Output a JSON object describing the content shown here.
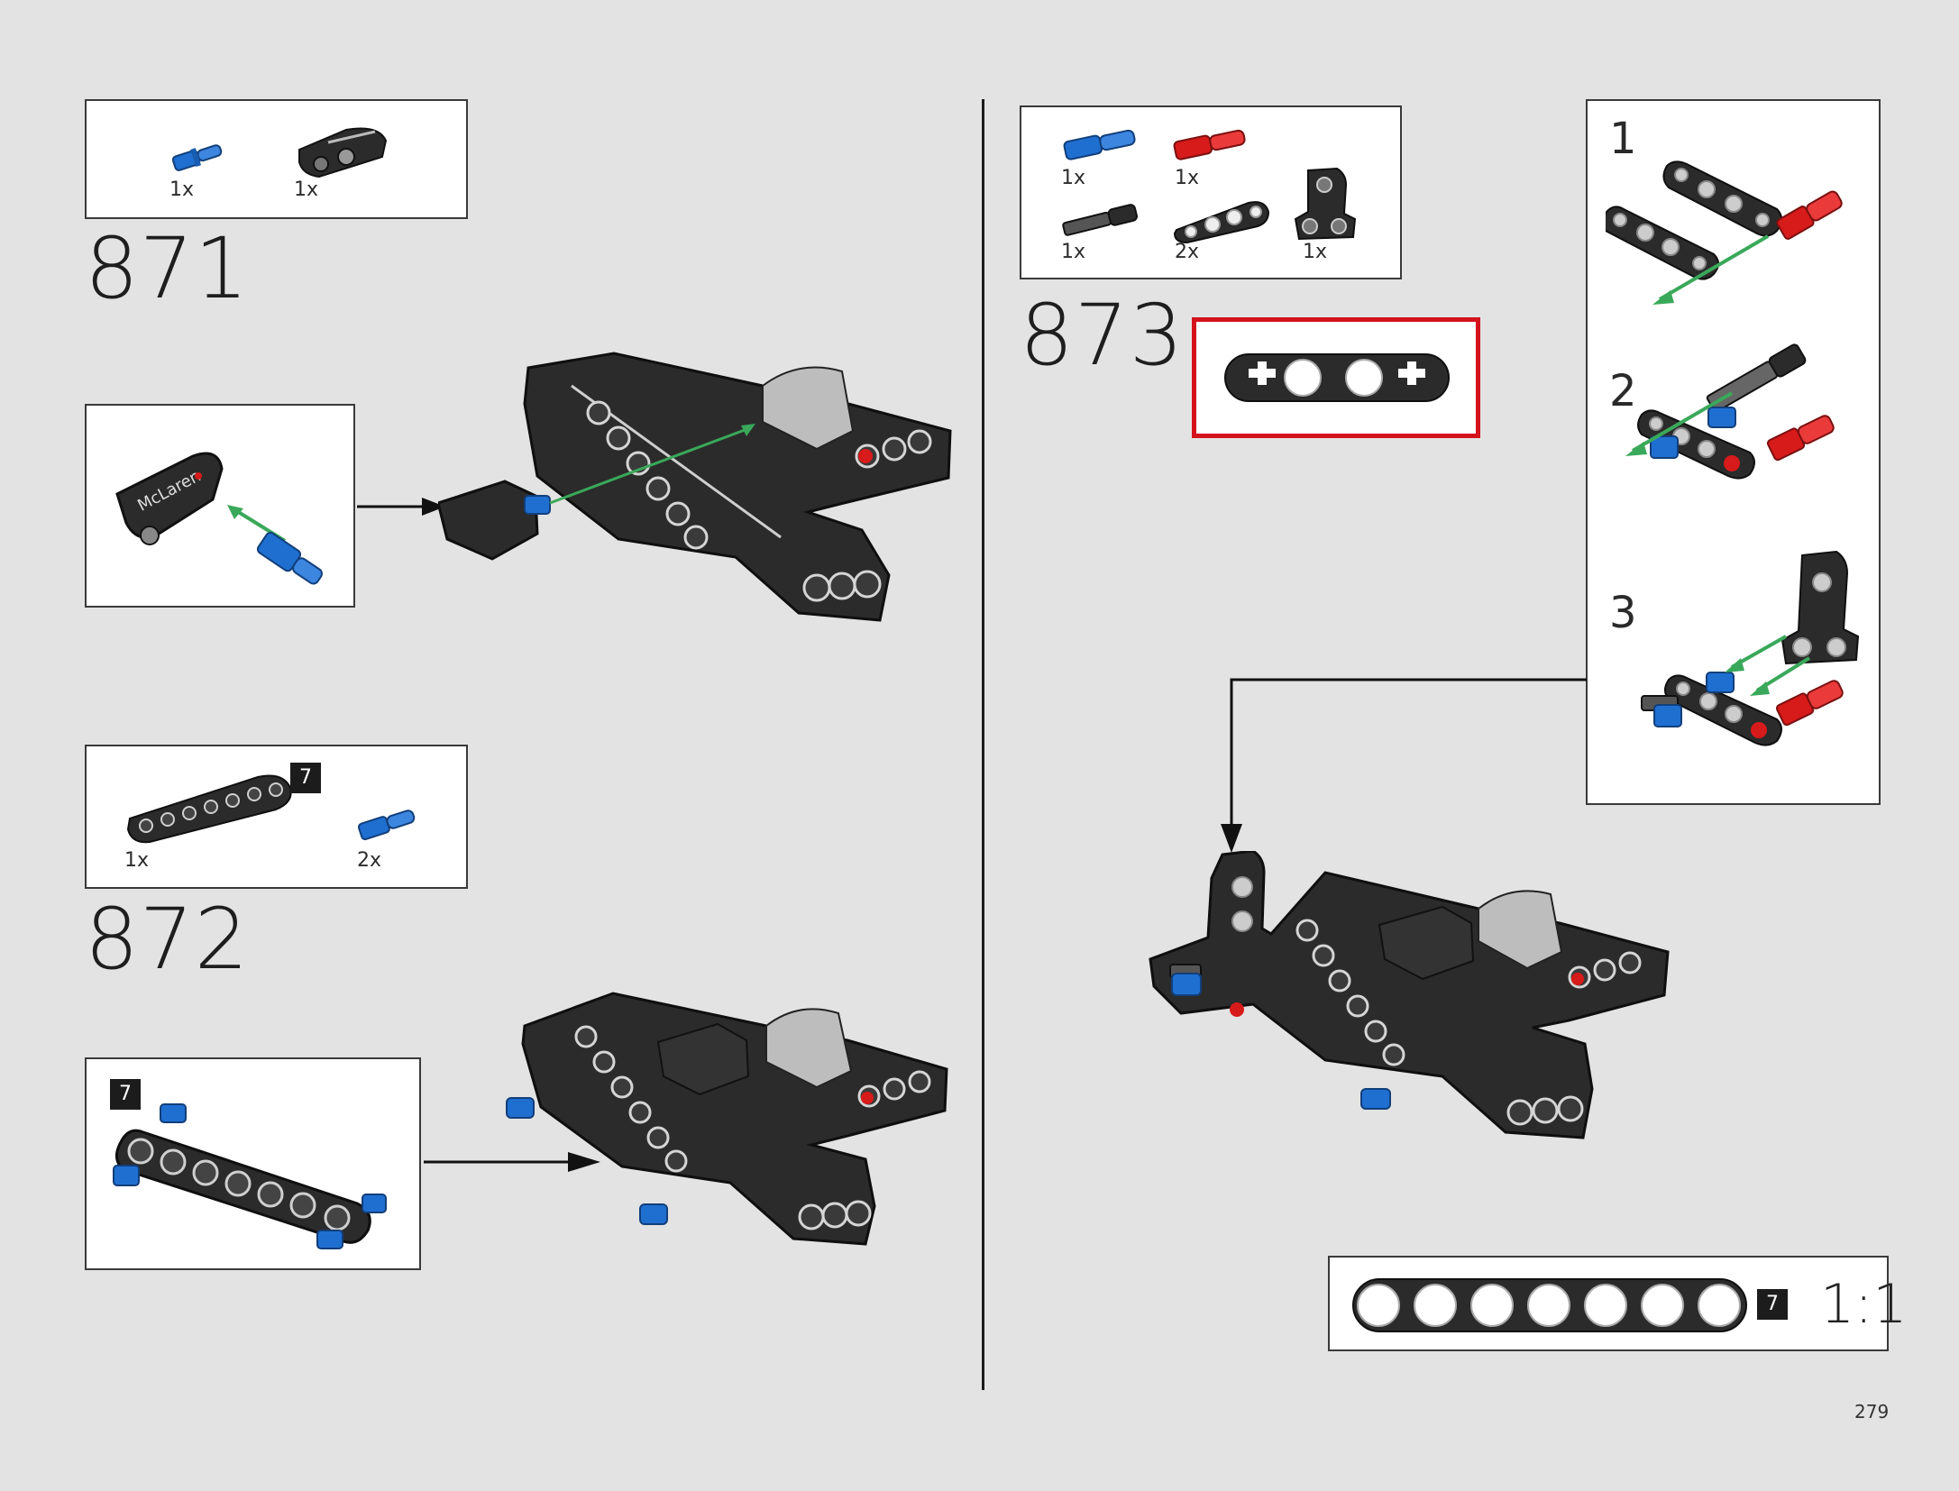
{
  "page_number": "279",
  "colors": {
    "background": "#e3e3e3",
    "part_black": "#2b2b2b",
    "part_blue": "#1f6fd1",
    "part_red": "#d71a1a",
    "arrow_green": "#3aa85a",
    "highlight_red": "#d4121c"
  },
  "step871": {
    "number": "871",
    "parts": [
      {
        "icon": "blue-pin-icon",
        "qty": "1x"
      },
      {
        "icon": "mclaren-panel-icon",
        "qty": "1x"
      }
    ],
    "subassembly_logo": "McLaren"
  },
  "step872": {
    "number": "872",
    "parts": [
      {
        "icon": "beam-7-icon",
        "qty": "1x",
        "badge": "7"
      },
      {
        "icon": "blue-pin-icon",
        "qty": "2x"
      }
    ],
    "subassembly_badge": "7"
  },
  "step873": {
    "number": "873",
    "parts": [
      {
        "icon": "blue-pin-icon",
        "qty": "1x"
      },
      {
        "icon": "red-pin-icon",
        "qty": "1x"
      },
      {
        "icon": "axle-pin-icon",
        "qty": "1x"
      },
      {
        "icon": "beam-4-icon",
        "qty": "2x"
      },
      {
        "icon": "connector-icon",
        "qty": "1x"
      }
    ],
    "substeps": [
      "1",
      "2",
      "3"
    ]
  },
  "scale_guide": {
    "badge": "7",
    "ratio": "1:1"
  }
}
